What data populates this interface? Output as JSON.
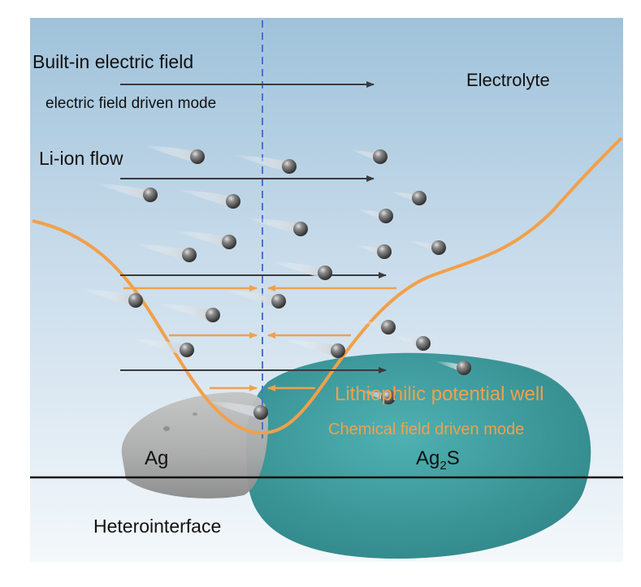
{
  "labels": {
    "built_in_field": "Built-in electric field",
    "electric_mode": "electric field driven mode",
    "electrolyte": "Electrolyte",
    "li_ion_flow": "Li-ion flow",
    "lithiophilic_well": "Lithiophilic potential well",
    "chemical_mode": "Chemical field driven mode",
    "ag": "Ag",
    "ag2s_base": "Ag",
    "ag2s_sub": "2",
    "ag2s_tail": "S",
    "heterointerface": "Heterointerface"
  },
  "colors": {
    "bg_top": "#9fc2da",
    "bg_bottom": "#f4f8fb",
    "orange": "#f2a04a",
    "dashed_blue": "#4b73c9",
    "teal": "#3f9c9e",
    "silver": "#b9b9b9",
    "arrow_dark": "#3b3b3b"
  }
}
